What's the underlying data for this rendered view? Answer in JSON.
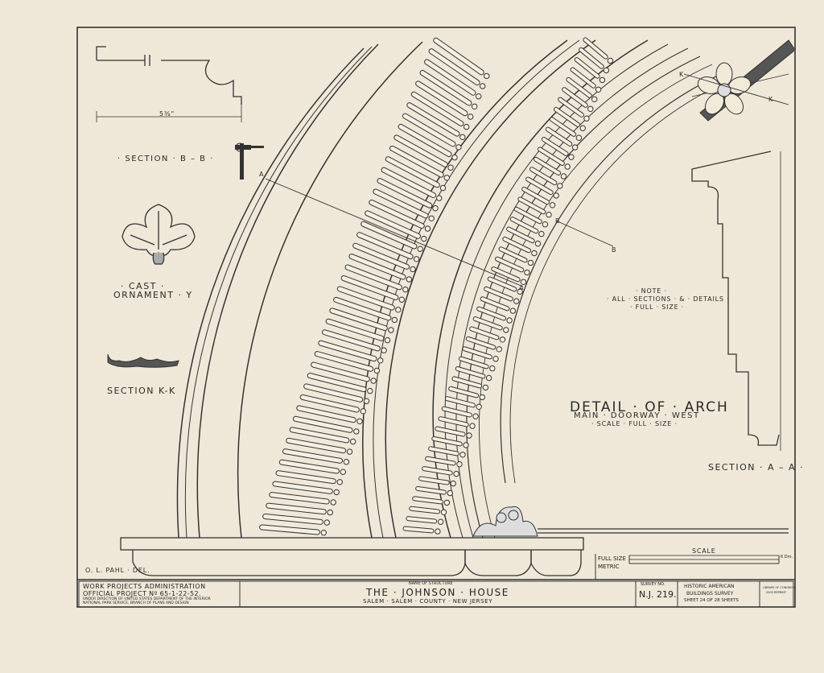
{
  "sections": {
    "bb": "· SECTION · B – B ·",
    "kk": "SECTION  K-K",
    "aa": "SECTION · A – A ·",
    "cast_line1": "· CAST ·",
    "cast_line2": "ORNAMENT · Y"
  },
  "dimension": "5⅜\"",
  "note": {
    "line1": "· NOTE ·",
    "line2": "· ALL · SECTIONS · & · DETAILS ·",
    "line3": "· FULL · SIZE ·"
  },
  "detail_title": {
    "line1": "DETAIL · OF · ARCH",
    "line2": "MAIN · DOORWAY · WEST",
    "line3": "· SCALE · FULL · SIZE ·"
  },
  "markers": {
    "a": "A",
    "b": "B",
    "k": "K"
  },
  "delineator": "O. L. PAHL · DEL.",
  "scale": {
    "label": "SCALE",
    "full_size": "FULL SIZE",
    "metric": "METRIC",
    "end": "6 Dm."
  },
  "title_block": {
    "wpa": "WORK PROJECTS ADMINISTRATION",
    "project": "OFFICIAL PROJECT Nº 65-1-22-52.",
    "direction_1": "UNDER DIRECTION OF UNITED STATES DEPARTMENT OF THE INTERIOR",
    "direction_2": "NATIONAL PARK SERVICE, BRANCH OF PLANS AND DESIGN",
    "name_label": "NAME OF STRUCTURE",
    "structure": "THE · JOHNSON · HOUSE",
    "location": "SALEM · SALEM · COUNTY · NEW JERSEY",
    "survey_label": "SURVEY NO.",
    "survey_no": "N.J. 219.",
    "habs_1": "HISTORIC AMERICAN",
    "habs_2": "BUILDINGS SURVEY",
    "sheet": "SHEET 24 OF 28 SHEETS",
    "library_1": "LIBRARY OF CONGRESS",
    "library_2": "2003 REPRINT"
  }
}
